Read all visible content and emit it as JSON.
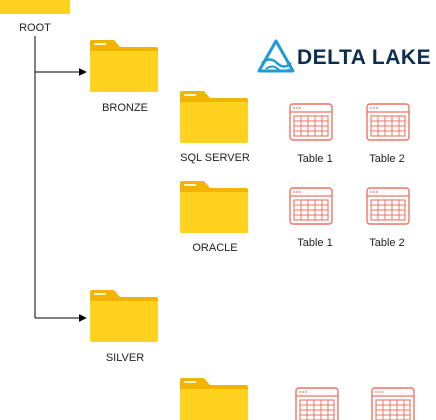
{
  "root": {
    "label": "ROOT"
  },
  "brand": {
    "name": "DELTA LAKE",
    "icon": "delta-lake-icon",
    "accent": "#1e9bd7",
    "text_color": "#0b2e4e"
  },
  "folders": {
    "bronze": {
      "label": "BRONZE"
    },
    "sql_server": {
      "label": "SQL SERVER"
    },
    "oracle": {
      "label": "ORACLE"
    },
    "silver": {
      "label": "SILVER"
    }
  },
  "tables": {
    "sql_server_1": {
      "label": "Table 1"
    },
    "sql_server_2": {
      "label": "Table 2"
    },
    "oracle_1": {
      "label": "Table 1"
    },
    "oracle_2": {
      "label": "Table 2"
    }
  },
  "colors": {
    "folder": "#ffd21f",
    "folder_shade": "#f2b400",
    "table_stroke": "#ec7563",
    "connector": "#000000"
  }
}
